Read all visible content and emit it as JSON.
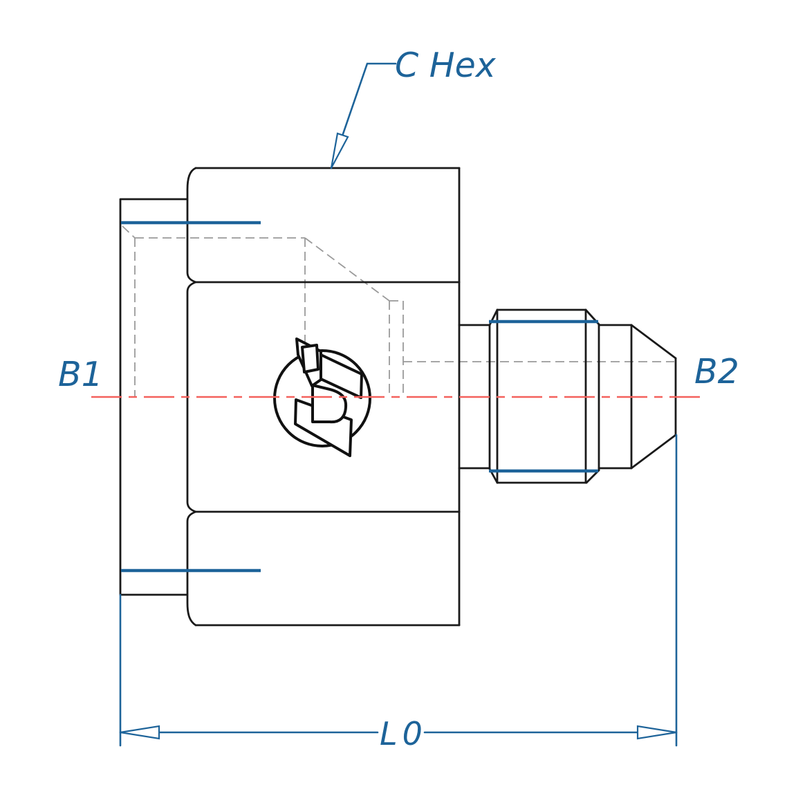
{
  "drawing": {
    "labels": {
      "hex_callout": "C Hex",
      "left_port": "B1",
      "right_port": "B2",
      "overall_length": "L0"
    },
    "colors": {
      "annotation_blue": "#1d6399",
      "centerline_red": "#f4615c",
      "hidden_line_gray": "#9a9a9a",
      "outline_black": "#1a1a1a",
      "background": "#ffffff"
    }
  }
}
